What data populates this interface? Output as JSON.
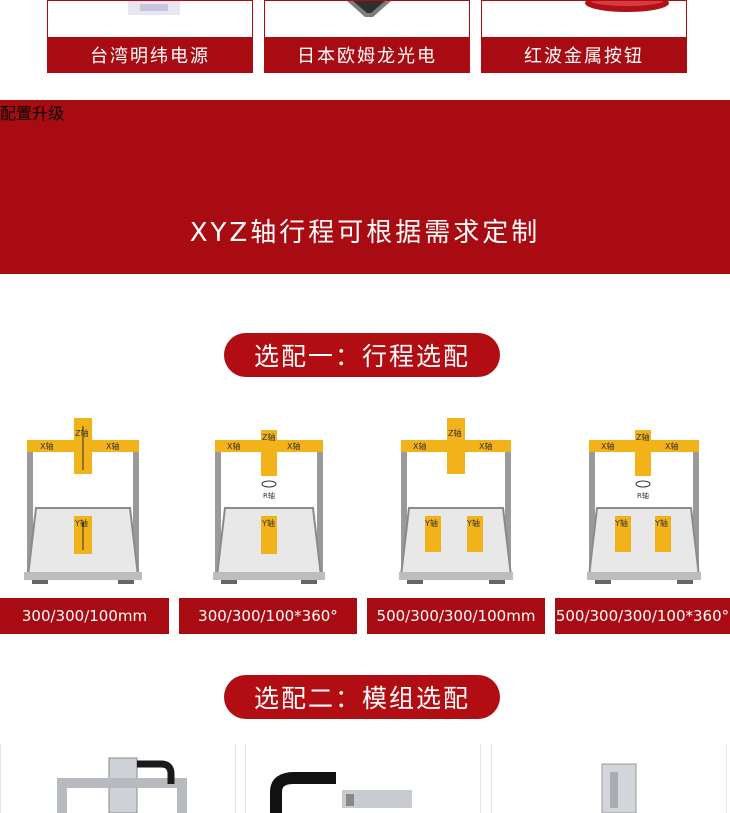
{
  "top_parts": [
    {
      "label": "台湾明纬电源"
    },
    {
      "label": "日本欧姆龙光电"
    },
    {
      "label": "红波金属按钮"
    }
  ],
  "banner": {
    "title": "配置升级",
    "subtitle": "XYZ轴行程可根据需求定制"
  },
  "section1": {
    "title": "选配一：行程选配",
    "options": [
      {
        "label": "300/300/100mm"
      },
      {
        "label": "300/300/100*360°"
      },
      {
        "label": "500/300/300/100mm"
      },
      {
        "label": "500/300/300/100*360°"
      }
    ]
  },
  "section2": {
    "title": "选配二：模组选配"
  },
  "axis_labels": {
    "x": "X轴",
    "y": "Y轴",
    "z": "Z轴",
    "r": "R轴"
  },
  "colors": {
    "brand_red": "#a80c12",
    "axis_yellow": "#f2b21a",
    "frame_gray": "#8a8a8a"
  }
}
